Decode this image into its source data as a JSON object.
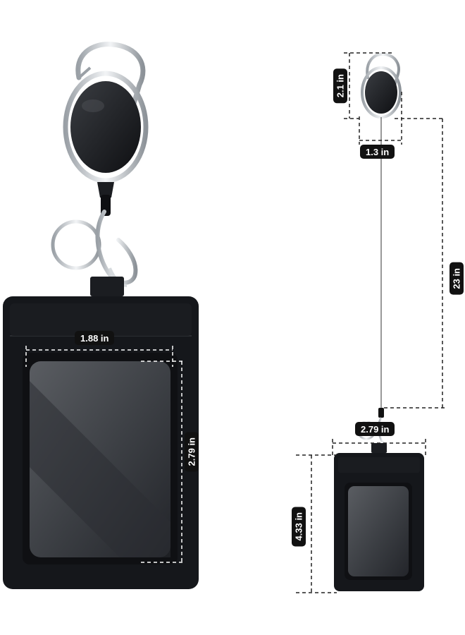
{
  "product": {
    "left_view": {
      "width_label": "1.88 in",
      "height_label": "2.79 in"
    },
    "right_view": {
      "reel_height_label": "2.1 in",
      "reel_width_label": "1.3 in",
      "cord_length_label": "23 in",
      "holder_width_label": "2.79 in",
      "holder_height_label": "4.33 in"
    }
  },
  "colors": {
    "leather": "#15171b",
    "window": "#4a4d52",
    "metal": "#c9cdd2",
    "label_bg": "#111111"
  }
}
